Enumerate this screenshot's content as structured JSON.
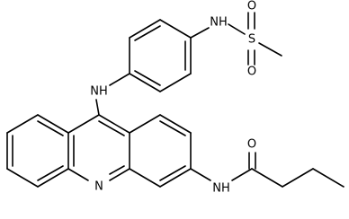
{
  "molecule": {
    "atoms": {
      "sulfonamide_nh": "NH",
      "sulfur": "S",
      "sulfonyl_o_top": "O",
      "sulfonyl_o_bottom": "O",
      "bridge_nh": "NH",
      "ring_n": "N",
      "amide_nh": "NH",
      "amide_o": "O"
    }
  }
}
